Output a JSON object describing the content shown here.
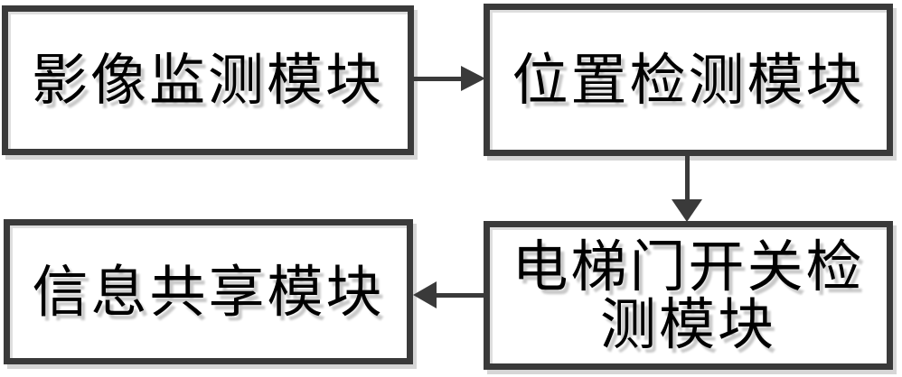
{
  "diagram": {
    "colors": {
      "background": "#ffffff",
      "box_fill": "#ffffff",
      "box_border": "#3a3a3a",
      "arrow": "#3a3a3a",
      "text": "#000000",
      "shadow": "#d6d6d6"
    },
    "nodes": [
      {
        "id": "image-monitoring-module",
        "label": "影像监测模块"
      },
      {
        "id": "position-detection-module",
        "label": "位置检测模块"
      },
      {
        "id": "elevator-door-switch-detection-module",
        "label": "电梯门开关检测模块",
        "line1": "电梯门开关检",
        "line2": "测模块"
      },
      {
        "id": "information-sharing-module",
        "label": "信息共享模块"
      }
    ],
    "edges": [
      {
        "from": "image-monitoring-module",
        "to": "position-detection-module",
        "direction": "right"
      },
      {
        "from": "position-detection-module",
        "to": "elevator-door-switch-detection-module",
        "direction": "down"
      },
      {
        "from": "elevator-door-switch-detection-module",
        "to": "information-sharing-module",
        "direction": "left"
      }
    ]
  }
}
